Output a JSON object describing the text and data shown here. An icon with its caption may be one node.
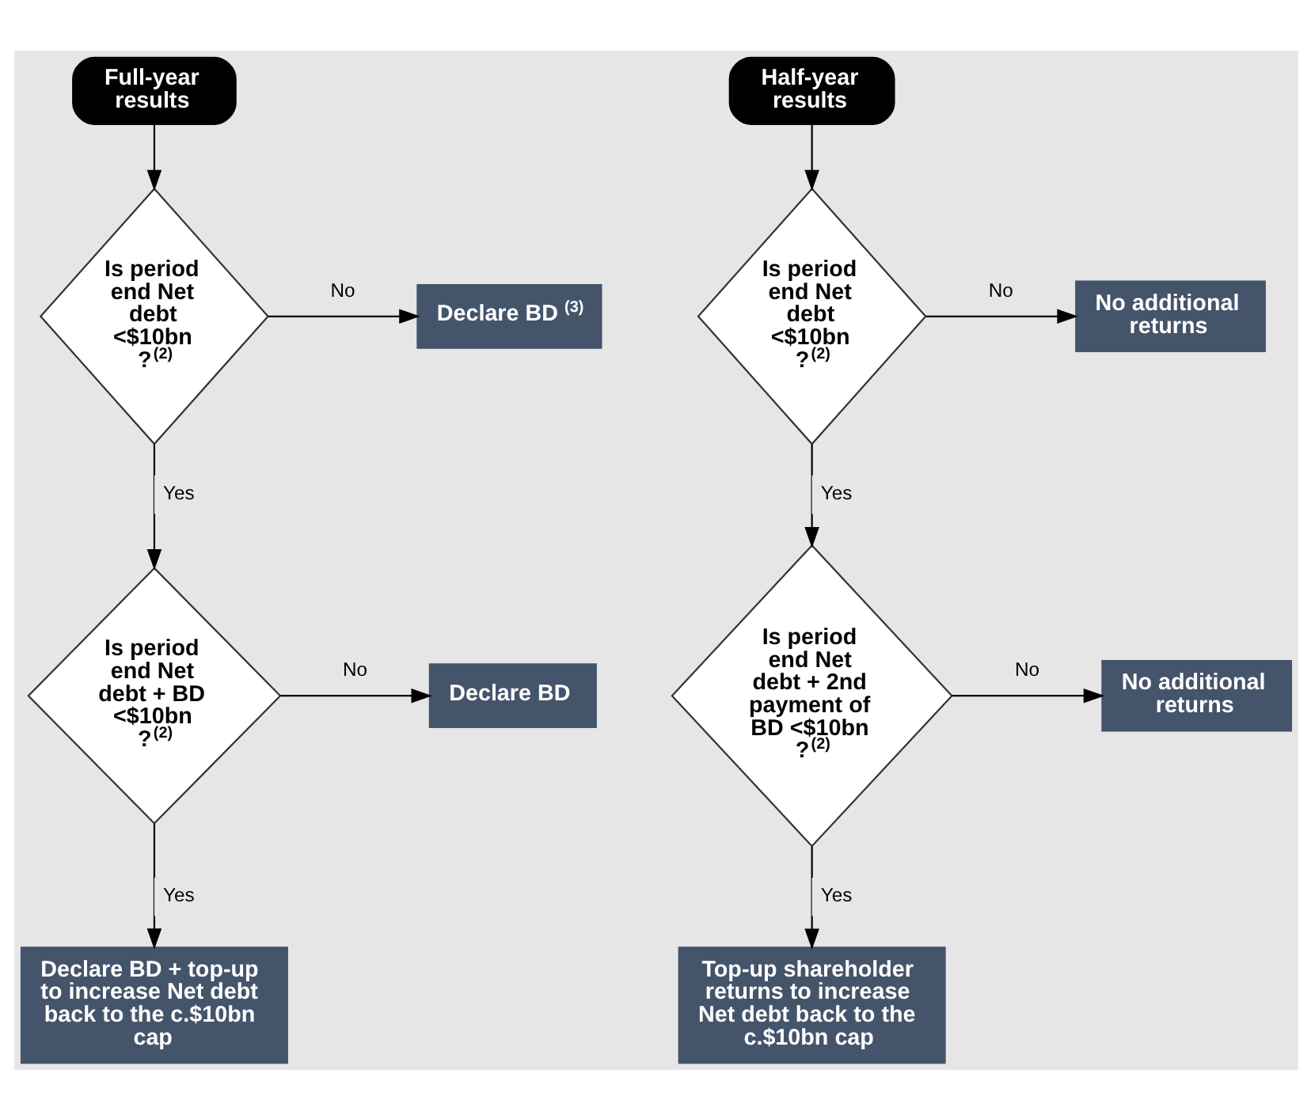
{
  "diagram": {
    "nodes": [
      {
        "text": [
          "Full-year results"
        ]
      },
      {
        "text": [
          "Is period end Net debt <$10bn ?$^{(2)}$"
        ]
      },
      {
        "text": [
          "Declare BD$^{(3)}$"
        ]
      },
      {
        "text": [
          "Is period end Net debt + BD <$10bn ?$^{(2)}$"
        ]
      },
      {
        "text": [
          "Declare BD"
        ]
      },
      {
        "text": [
          "Declare BD + top-up to increase Net debt back to the c.$10bn cap"
        ]
      },
      {
        "text": [
          "Half-year results"
        ]
      },
      {
        "text": [
          "Is period end Net debt <$10bn ?$^{(2)}$"
        ]
      },
      {
        "text": [
          "No additional returns"
        ]
      },
      {
        "text": [
          "Is period end Net debt + 2nd payment of BD <$10bn ?$^{(2)}$"
        ]
      },
      {
        "text": [
          "No additional returns"
        ]
      },
      {
        "text": [
          "Top-up shareholder returns to increase Net debt back to the c.$10bn cap"
        ]
      }
    ],
    "edges": [
      {
        "from": 0,
        "to": 1,
        "arrow": "to"
      },
      {
        "from": 1,
        "to": 2,
        "arrow": "to",
        "label": "No"
      },
      {
        "from": 1,
        "to": 3,
        "arrow": "to",
        "label": "Yes"
      },
      {
        "from": 3,
        "to": 4,
        "arrow": "to",
        "label": "No"
      },
      {
        "from": 3,
        "to": 5,
        "arrow": "to",
        "label": "Yes"
      },
      {
        "from": 6,
        "to": 7,
        "arrow": "to"
      },
      {
        "from": 7,
        "to": 8,
        "arrow": "to",
        "label": "No"
      },
      {
        "from": 7,
        "to": 9,
        "arrow": "to",
        "label": "Yes"
      },
      {
        "from": 9,
        "to": 10,
        "arrow": "to",
        "label": "No"
      },
      {
        "from": 9,
        "to": 11,
        "arrow": "to",
        "label": "Yes"
      }
    ]
  }
}
